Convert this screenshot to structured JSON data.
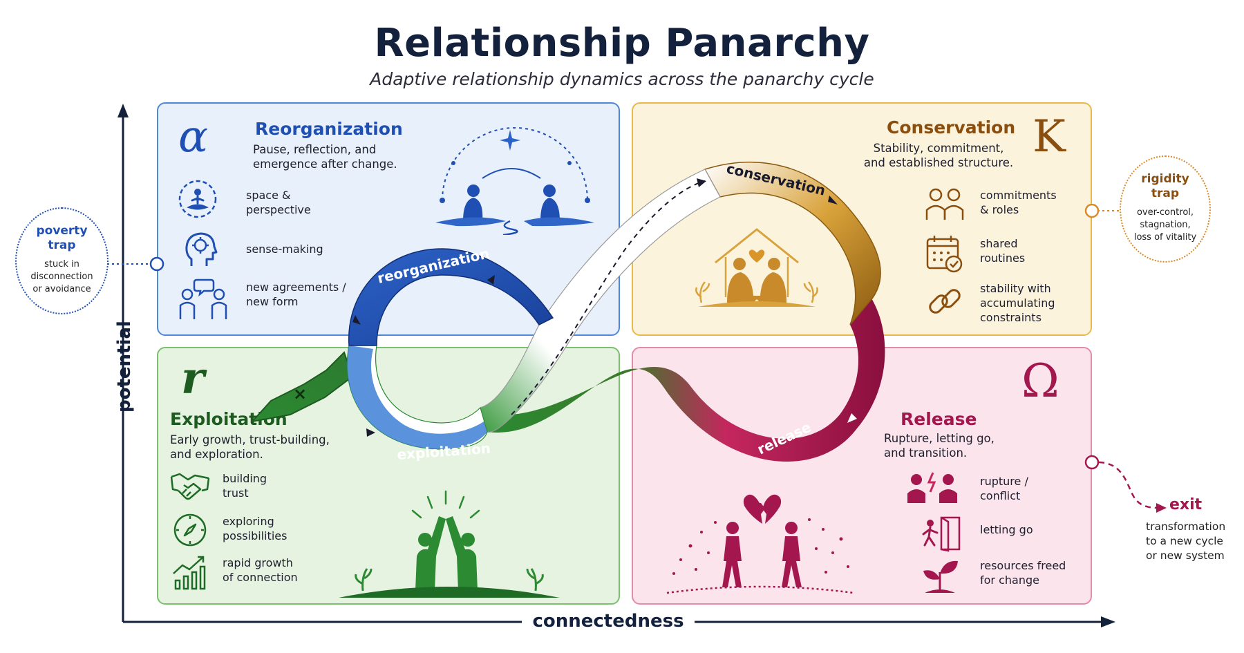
{
  "title": "Relationship Panarchy",
  "subtitle": "Adaptive relationship dynamics across the panarchy cycle",
  "axes": {
    "y_label": "potential",
    "x_label": "connectedness"
  },
  "colors": {
    "reorganization": "#1f4fb3",
    "conservation": "#8a4e0e",
    "exploitation": "#1e6b25",
    "release": "#a3174e",
    "axis": "#14213d"
  },
  "panels": {
    "reorganization": {
      "symbol": "α",
      "title": "Reorganization",
      "description_lines": [
        "Pause, reflection, and",
        "emergence after change."
      ],
      "items": [
        {
          "icon": "meditation-icon",
          "lines": [
            "space &",
            "perspective"
          ]
        },
        {
          "icon": "head-thinking-icon",
          "lines": [
            "sense-making"
          ]
        },
        {
          "icon": "people-talking-icon",
          "lines": [
            "new agreements /",
            "new form"
          ]
        }
      ]
    },
    "conservation": {
      "symbol": "K",
      "title": "Conservation",
      "description_lines": [
        "Stability, commitment,",
        "and established structure."
      ],
      "items": [
        {
          "icon": "two-people-icon",
          "lines": [
            "commitments",
            "& roles"
          ]
        },
        {
          "icon": "calendar-check-icon",
          "lines": [
            "shared",
            "routines"
          ]
        },
        {
          "icon": "chain-link-icon",
          "lines": [
            "stability with",
            "accumulating",
            "constraints"
          ]
        }
      ]
    },
    "exploitation": {
      "symbol": "r",
      "title": "Exploitation",
      "description_lines": [
        "Early growth, trust-building,",
        "and exploration."
      ],
      "items": [
        {
          "icon": "handshake-icon",
          "lines": [
            "building",
            "trust"
          ]
        },
        {
          "icon": "compass-icon",
          "lines": [
            "exploring",
            "possibilities"
          ]
        },
        {
          "icon": "growth-chart-icon",
          "lines": [
            "rapid growth",
            "of connection"
          ]
        }
      ]
    },
    "release": {
      "symbol": "Ω",
      "title": "Release",
      "description_lines": [
        "Rupture, letting go,",
        "and transition."
      ],
      "items": [
        {
          "icon": "conflict-icon",
          "lines": [
            "rupture /",
            "conflict"
          ]
        },
        {
          "icon": "exit-door-icon",
          "lines": [
            "letting go"
          ]
        },
        {
          "icon": "sprout-icon",
          "lines": [
            "resources freed",
            "for change"
          ]
        }
      ]
    }
  },
  "loop_labels": {
    "reorganization": "reorganization",
    "conservation": "conservation",
    "exploitation": "exploitation",
    "release": "release"
  },
  "loop_marker": "×",
  "traps": {
    "poverty": {
      "title_lines": [
        "poverty",
        "trap"
      ],
      "description_lines": [
        "stuck in",
        "disconnection",
        "or avoidance"
      ]
    },
    "rigidity": {
      "title_lines": [
        "rigidity",
        "trap"
      ],
      "description_lines": [
        "over-control,",
        "stagnation,",
        "loss of vitality"
      ]
    }
  },
  "exit": {
    "title": "exit",
    "description_lines": [
      "transformation",
      "to a new cycle",
      "or new system"
    ]
  }
}
